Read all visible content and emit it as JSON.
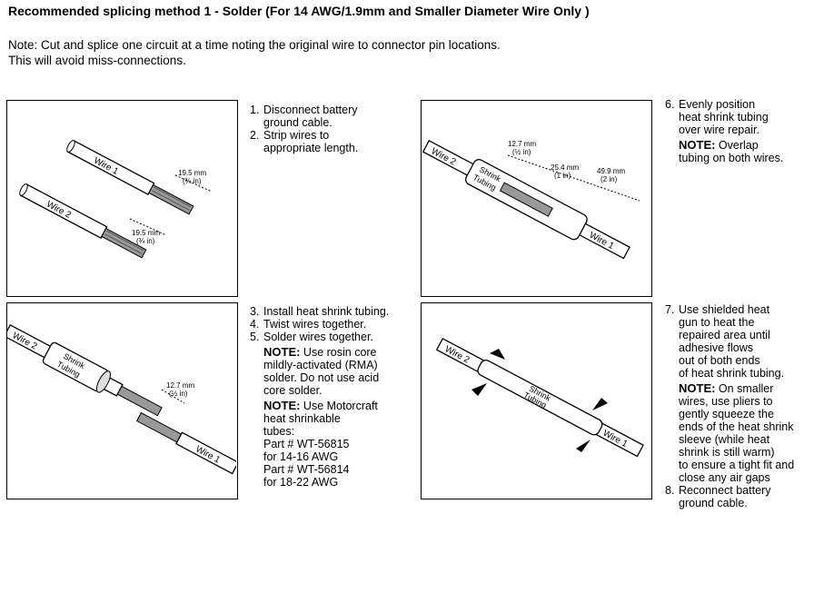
{
  "title": "Recommended splicing method 1 - Solder (For 14 AWG/1.9mm and Smaller Diameter Wire Only )",
  "note_line1": "Note: Cut and splice one circuit at a time noting the original wire to connector pin locations.",
  "note_line2": "This will avoid miss-connections.",
  "panel1": {
    "wire1": "Wire 1",
    "wire2": "Wire 2",
    "dim1": "19.5 mm",
    "dim1b": "(¾ in)",
    "dim2": "19.5 mm",
    "dim2b": "(¾ in)"
  },
  "panel2": {
    "wire1": "Wire 1",
    "wire2": "Wire 2",
    "tube1": "Shrink",
    "tube2": "Tubing",
    "dim1": "12.7 mm",
    "dim1b": "(½ in)"
  },
  "panel3": {
    "wire1": "Wire 1",
    "wire2": "Wire 2",
    "tube1": "Shrink",
    "tube2": "Tubing",
    "dim1": "12.7 mm",
    "dim1b": "(½ in)",
    "dim2": "25.4 mm",
    "dim2b": "(1 in)",
    "dim3": "49.9 mm",
    "dim3b": "(2 in)"
  },
  "panel4": {
    "wire1": "Wire 1",
    "wire2": "Wire 2",
    "tube1": "Shrink",
    "tube2": "Tubing"
  },
  "steps_a": {
    "s1_num": "1.",
    "s1_l1": "Disconnect battery",
    "s1_l2": "ground cable.",
    "s2_num": "2.",
    "s2_l1": "Strip wires to",
    "s2_l2": "appropriate length."
  },
  "steps_b": {
    "s3_num": "3.",
    "s3": "Install heat shrink tubing.",
    "s4_num": "4.",
    "s4": "Twist wires together.",
    "s5_num": "5.",
    "s5": "Solder wires together.",
    "n1_label": "NOTE:",
    "n1_l1": " Use rosin core",
    "n1_l2": "mildly-activated (RMA)",
    "n1_l3": "solder. Do not use acid",
    "n1_l4": "core solder.",
    "n2_label": "NOTE:",
    "n2_l1": " Use Motorcraft",
    "n2_l2": "heat shrinkable",
    "n2_l3": "tubes:",
    "p1": "Part # WT-56815",
    "p1b": "for 14-16 AWG",
    "p2": "Part # WT-56814",
    "p2b": "for 18-22 AWG"
  },
  "steps_c": {
    "s6_num": "6.",
    "s6_l1": "Evenly position",
    "s6_l2": "heat shrink tubing",
    "s6_l3": "over wire repair.",
    "n_label": "NOTE:",
    "n_l1": " Overlap",
    "n_l2": "tubing on both wires."
  },
  "steps_d": {
    "s7_num": "7.",
    "s7_l1": "Use shielded heat",
    "s7_l2": "gun to heat the",
    "s7_l3": "repaired area until",
    "s7_l4": "adhesive flows",
    "s7_l5": "out of both ends",
    "s7_l6": "of heat shrink tubing.",
    "n_label": "NOTE:",
    "n_l1": " On smaller",
    "n_l2": "wires, use pliers to",
    "n_l3": "gently squeeze the",
    "n_l4": "ends of the heat shrink",
    "n_l5": "sleeve (while heat",
    "n_l6": "shrink is still warm)",
    "n_l7": "to ensure a tight fit and",
    "n_l8": "close any air gaps",
    "s8_num": "8.",
    "s8_l1": "Reconnect battery",
    "s8_l2": "ground cable."
  }
}
